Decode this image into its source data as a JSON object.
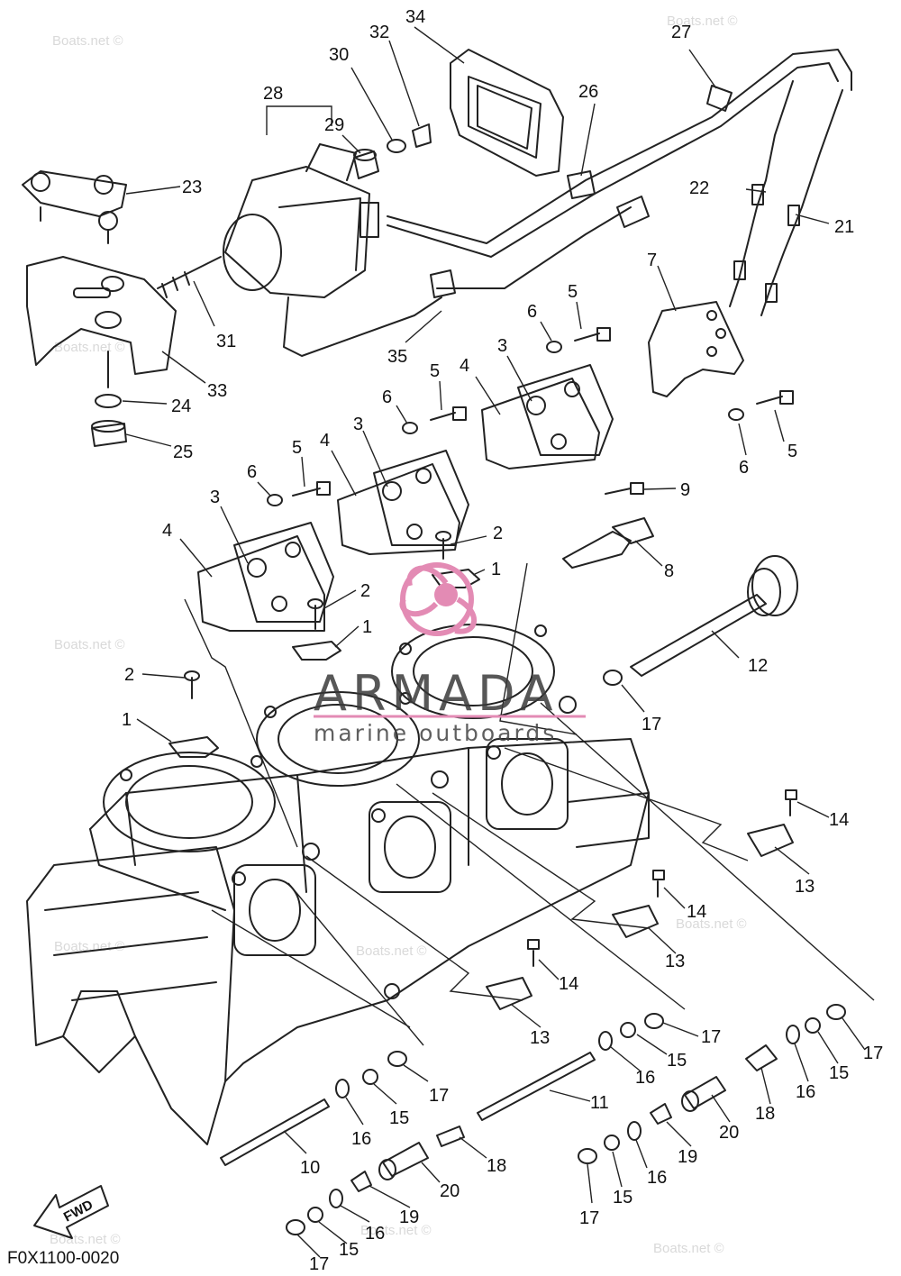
{
  "watermark_text": "Boats.net ©",
  "brand": {
    "name": "ARMADA",
    "tagline": "marine outboards",
    "accent_color": "#e38bb4"
  },
  "fwd_label": "FWD",
  "document_code": "F0X1100-0020",
  "callouts": [
    "1",
    "2",
    "3",
    "4",
    "5",
    "6",
    "7",
    "8",
    "9",
    "10",
    "11",
    "12",
    "13",
    "14",
    "15",
    "16",
    "17",
    "18",
    "19",
    "20",
    "21",
    "22",
    "23",
    "24",
    "25",
    "26",
    "27",
    "28",
    "29",
    "30",
    "31",
    "32",
    "33",
    "34",
    "35"
  ],
  "icons": {
    "fwd": "arrow-forward-icon",
    "logo": "propeller-logo-icon"
  }
}
